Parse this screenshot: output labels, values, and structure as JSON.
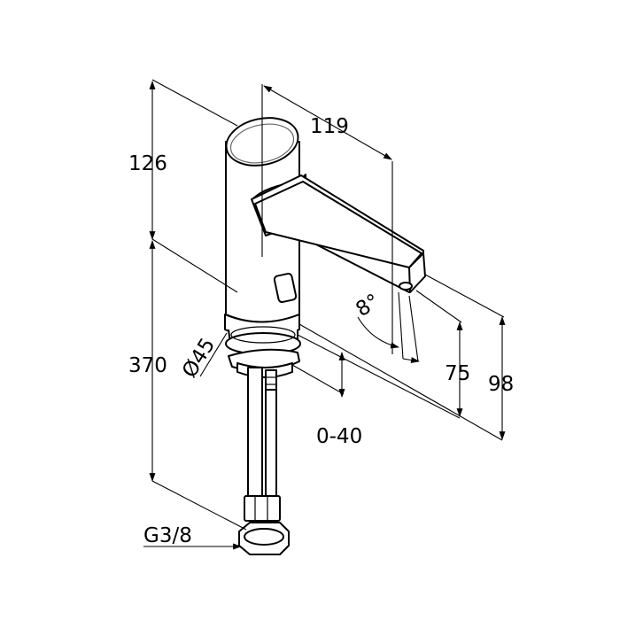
{
  "dimensions": {
    "height_top": "126",
    "spout_reach": "119",
    "total_height": "370",
    "diameter": "Ø45",
    "angle": "8°",
    "spout_height": "75",
    "body_height": "98",
    "counter_thickness": "0-40",
    "connection_thread": "G3/8"
  }
}
